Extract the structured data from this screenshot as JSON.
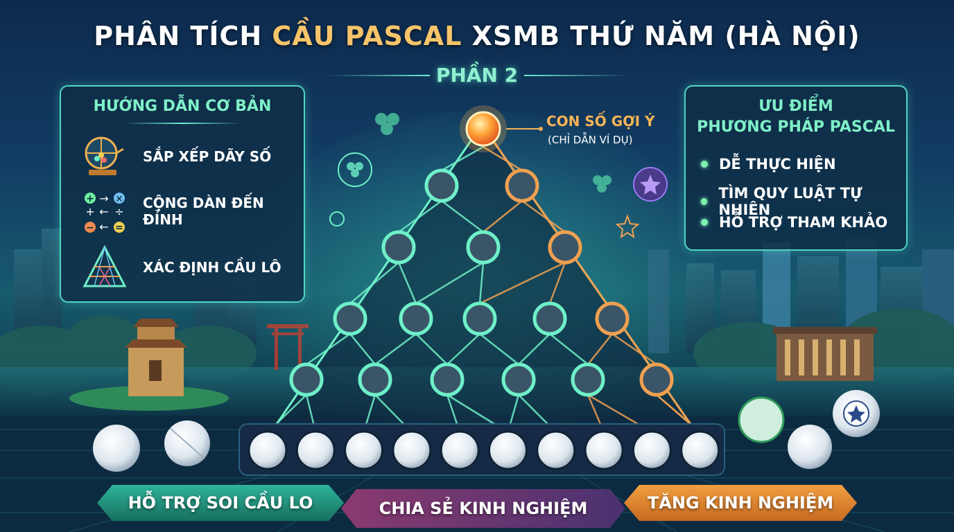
{
  "header": {
    "title_part1": "PHÂN TÍCH ",
    "title_highlight": "CẦU PASCAL",
    "title_part2": " XSMB THỨ NĂM (HÀ NỘI)",
    "subtitle": "PHẦN 2"
  },
  "guide_panel": {
    "title": "HƯỚNG DẪN CƠ BẢN",
    "steps": [
      {
        "label": "SẮP XẾP DÃY SỐ",
        "icon": "lottery-cage-icon"
      },
      {
        "label": "CỘNG DÀN ĐẾN ĐỈNH",
        "icon": "math-operators-icon"
      },
      {
        "label": "XÁC ĐỊNH CẦU LÔ",
        "icon": "triangle-network-icon"
      }
    ]
  },
  "advantages_panel": {
    "title_line1": "ƯU ĐIỂM",
    "title_line2": "PHƯƠNG PHÁP PASCAL",
    "items": [
      "DỄ THỰC HIỆN",
      "TÌM QUY LUẬT TỰ NHIÊN",
      "HỖ TRỢ THAM KHẢO"
    ]
  },
  "pyramid": {
    "apex_label": "CON SỐ GỢI Ý",
    "apex_sublabel": "(CHỈ DẪN VÍ DỤ)",
    "base_ball_count": 10,
    "colors": {
      "teal": "#6ff0c8",
      "orange": "#f0a050",
      "apex": "#ffb040"
    }
  },
  "footer_buttons": {
    "left": "HỖ TRỢ SOI CẦU LO",
    "center": "CHIA SẺ KINH NGHIỆM",
    "right": "TĂNG KINH NGHIỆM"
  }
}
